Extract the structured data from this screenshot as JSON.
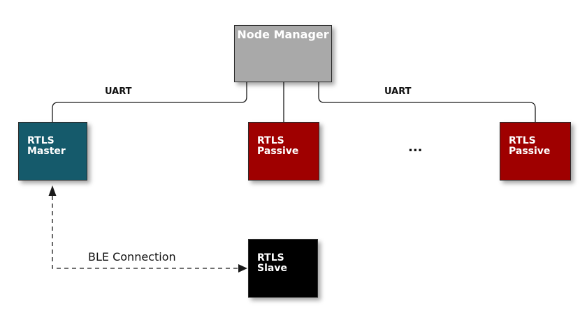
{
  "diagram": {
    "nodes": {
      "node_manager": {
        "label": "Node Manager",
        "color": "#A9A9A9"
      },
      "rtls_master": {
        "label": "RTLS\nMaster",
        "color": "#155A6B"
      },
      "rtls_passive_1": {
        "label": "RTLS\nPassive",
        "color": "#9F0000"
      },
      "rtls_passive_2": {
        "label": "RTLS\nPassive",
        "color": "#9F0000"
      },
      "rtls_slave": {
        "label": "RTLS\nSlave",
        "color": "#000000"
      },
      "ellipsis": "..."
    },
    "edge_labels": {
      "uart_left": "UART",
      "uart_right": "UART",
      "ble": "BLE Connection"
    },
    "colors": {
      "wire": "#1A1A1A",
      "background": "#FFFFFF",
      "node_text": "#FFFFFF",
      "label_text": "#111111"
    }
  }
}
